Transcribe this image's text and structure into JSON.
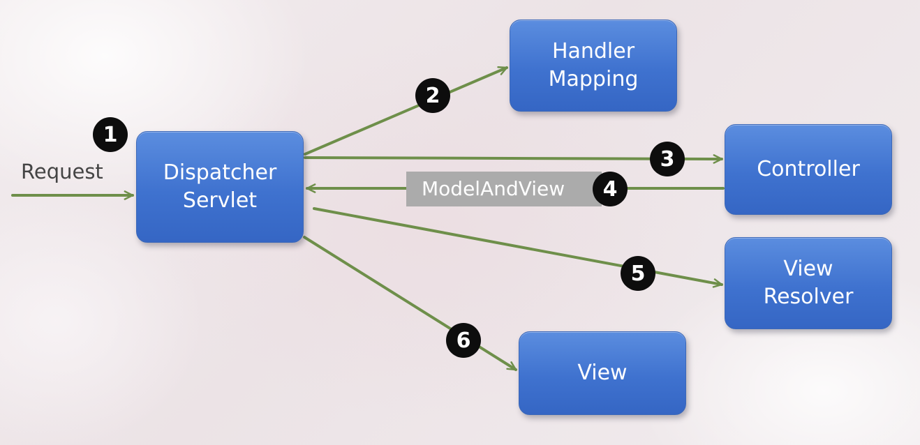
{
  "colors": {
    "box_fill": "#4a7fd6",
    "arrow": "#6e8f4a",
    "step_badge": "#0d0d0d",
    "label_band": "#ababab"
  },
  "nodes": {
    "dispatcher": "Dispatcher\nServlet",
    "handler_mapping": "Handler\nMapping",
    "controller": "Controller",
    "view_resolver": "View\nResolver",
    "view": "View"
  },
  "labels": {
    "request": "Request",
    "model_and_view": "ModelAndView"
  },
  "steps": [
    "1",
    "2",
    "3",
    "4",
    "5",
    "6"
  ]
}
